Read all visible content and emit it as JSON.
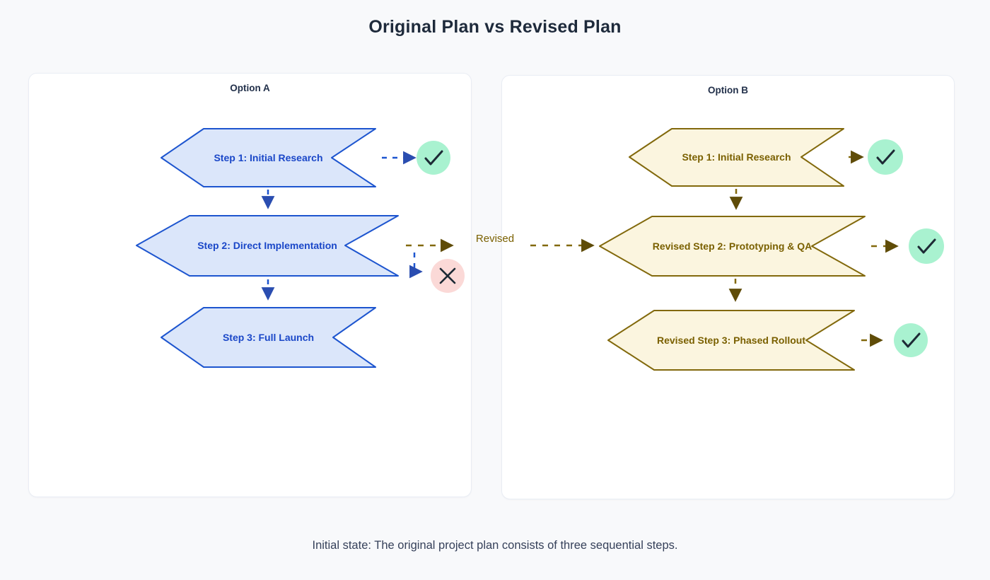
{
  "title": "Original Plan vs Revised Plan",
  "caption": "Initial state: The original project plan consists of three sequential steps.",
  "connector": {
    "label": "Revised"
  },
  "colors": {
    "page_bg": "#f8f9fb",
    "panel_bg": "#ffffff",
    "blue_stroke": "#1d55cf",
    "blue_fill": "#dbe6fa",
    "blue_text": "#1a47c8",
    "gold_stroke": "#82690c",
    "gold_fill": "#fbf5df",
    "gold_text": "#7a6000",
    "success_circle_bg": "#a9f2d0",
    "fail_circle_bg": "#fbd9d7",
    "icon_dark": "#1d2a35",
    "title_text": "#1e2a3b"
  },
  "panels": [
    {
      "label": "Option A",
      "steps": [
        {
          "label": "Step 1: Initial Research",
          "status": "success"
        },
        {
          "label": "Step 2: Direct Implementation",
          "status": "fail"
        },
        {
          "label": "Step 3: Full Launch",
          "status": "none"
        }
      ]
    },
    {
      "label": "Option B",
      "steps": [
        {
          "label": "Step 1: Initial Research",
          "status": "success"
        },
        {
          "label": "Revised Step 2: Prototyping & QA",
          "status": "success"
        },
        {
          "label": "Revised Step 3: Phased Rollout",
          "status": "success"
        }
      ]
    }
  ]
}
